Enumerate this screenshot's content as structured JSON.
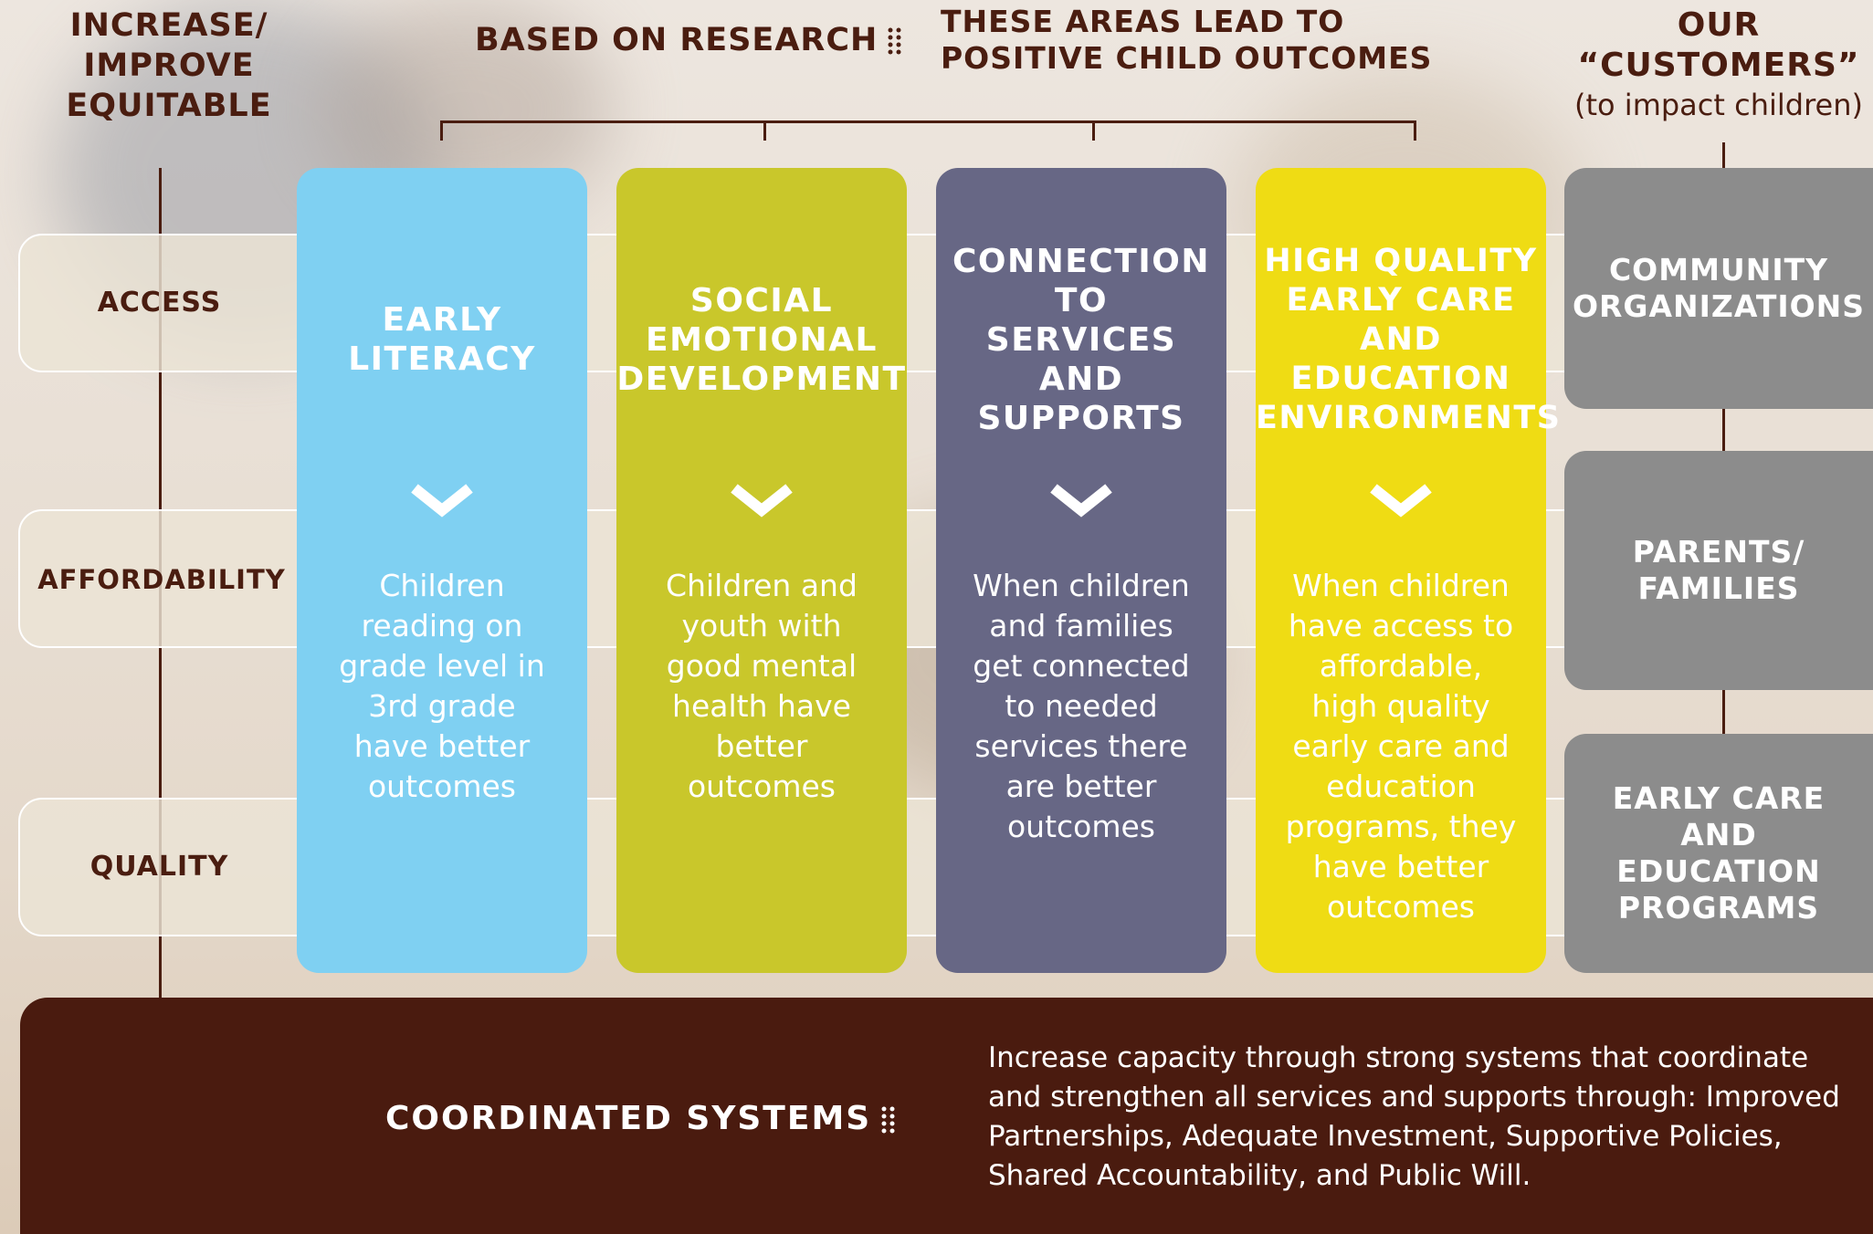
{
  "header": {
    "left": "INCREASE/\nIMPROVE\nEQUITABLE",
    "research": "BASED ON RESEARCH",
    "areas": "THESE AREAS LEAD TO\nPOSITIVE CHILD OUTCOMES",
    "customers_title": "OUR\n“CUSTOMERS”",
    "customers_sub": "(to impact children)"
  },
  "rows": [
    "ACCESS",
    "AFFORDABILITY",
    "QUALITY"
  ],
  "columns": [
    {
      "title": "EARLY\nLITERACY",
      "desc": "Children\nreading on\ngrade level in\n3rd grade\nhave better\noutcomes",
      "color": "#7fd0f2"
    },
    {
      "title": "SOCIAL\nEMOTIONAL\nDEVELOPMENT",
      "desc": "Children and\nyouth with\ngood mental\nhealth have\nbetter\noutcomes",
      "color": "#c9c72b"
    },
    {
      "title": "CONNECTION\nTO\nSERVICES\nAND\nSUPPORTS",
      "desc": "When children\nand families\nget connected\nto needed\nservices there\nare better\noutcomes",
      "color": "#676785"
    },
    {
      "title": "HIGH QUALITY\nEARLY CARE\nAND\nEDUCATION\nENVIRONMENTS",
      "desc": "When children\nhave access to\naffordable,\nhigh quality\nearly care and\neducation\nprograms, they\nhave better\noutcomes",
      "color": "#efdc14"
    }
  ],
  "customers": [
    "COMMUNITY\nORGANIZATIONS",
    "PARENTS/\nFAMILIES",
    "EARLY CARE\nAND\nEDUCATION\nPROGRAMS"
  ],
  "footer": {
    "title": "COORDINATED SYSTEMS",
    "desc": "Increase capacity through strong systems that coordinate and strengthen all services and supports through: Improved Partnerships, Adequate Investment, Supportive Policies, Shared Accountability, and Public Will."
  },
  "colors": {
    "brown": "#4a1b0f",
    "gray": "#8c8c8c"
  }
}
